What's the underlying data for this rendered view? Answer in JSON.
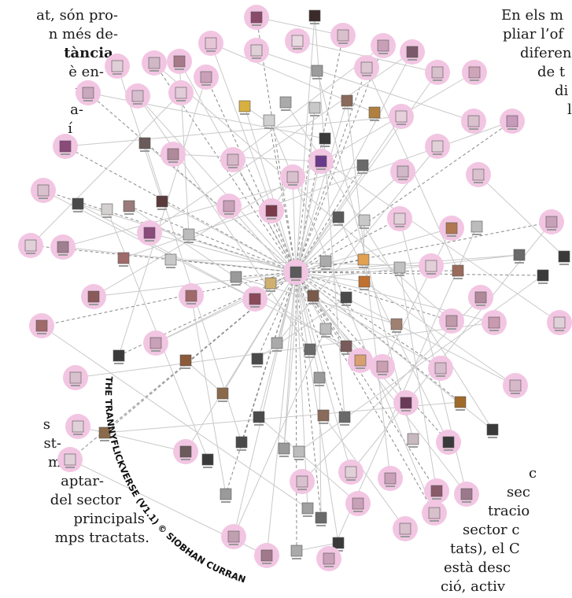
{
  "left_text": {
    "top_lines": [
      "at, són pro-",
      "n més de-",
      "tància.",
      "è en-",
      "no",
      "a-",
      "í"
    ],
    "bottom_lines": [
      "s",
      "st-",
      "mes",
      "aptar-",
      "del sector",
      "principals",
      "mps tractats."
    ]
  },
  "right_text": {
    "top_lines": [
      "En els m",
      "pliar l’of",
      "diferen",
      "de t",
      "di",
      "l"
    ],
    "bottom_lines": [
      "c",
      "sec",
      "tracio",
      "sector c",
      "tats), el C",
      "està desc",
      "ció, activ"
    ]
  },
  "curved_caption": "THE TRANNYFLICKVERSE (V1.1) © SIOBHAN CURRAN",
  "colors": {
    "halo": "#f2c6e2",
    "edge": "#c9c9c9",
    "dashed_edge": "#8a8a8a"
  }
}
